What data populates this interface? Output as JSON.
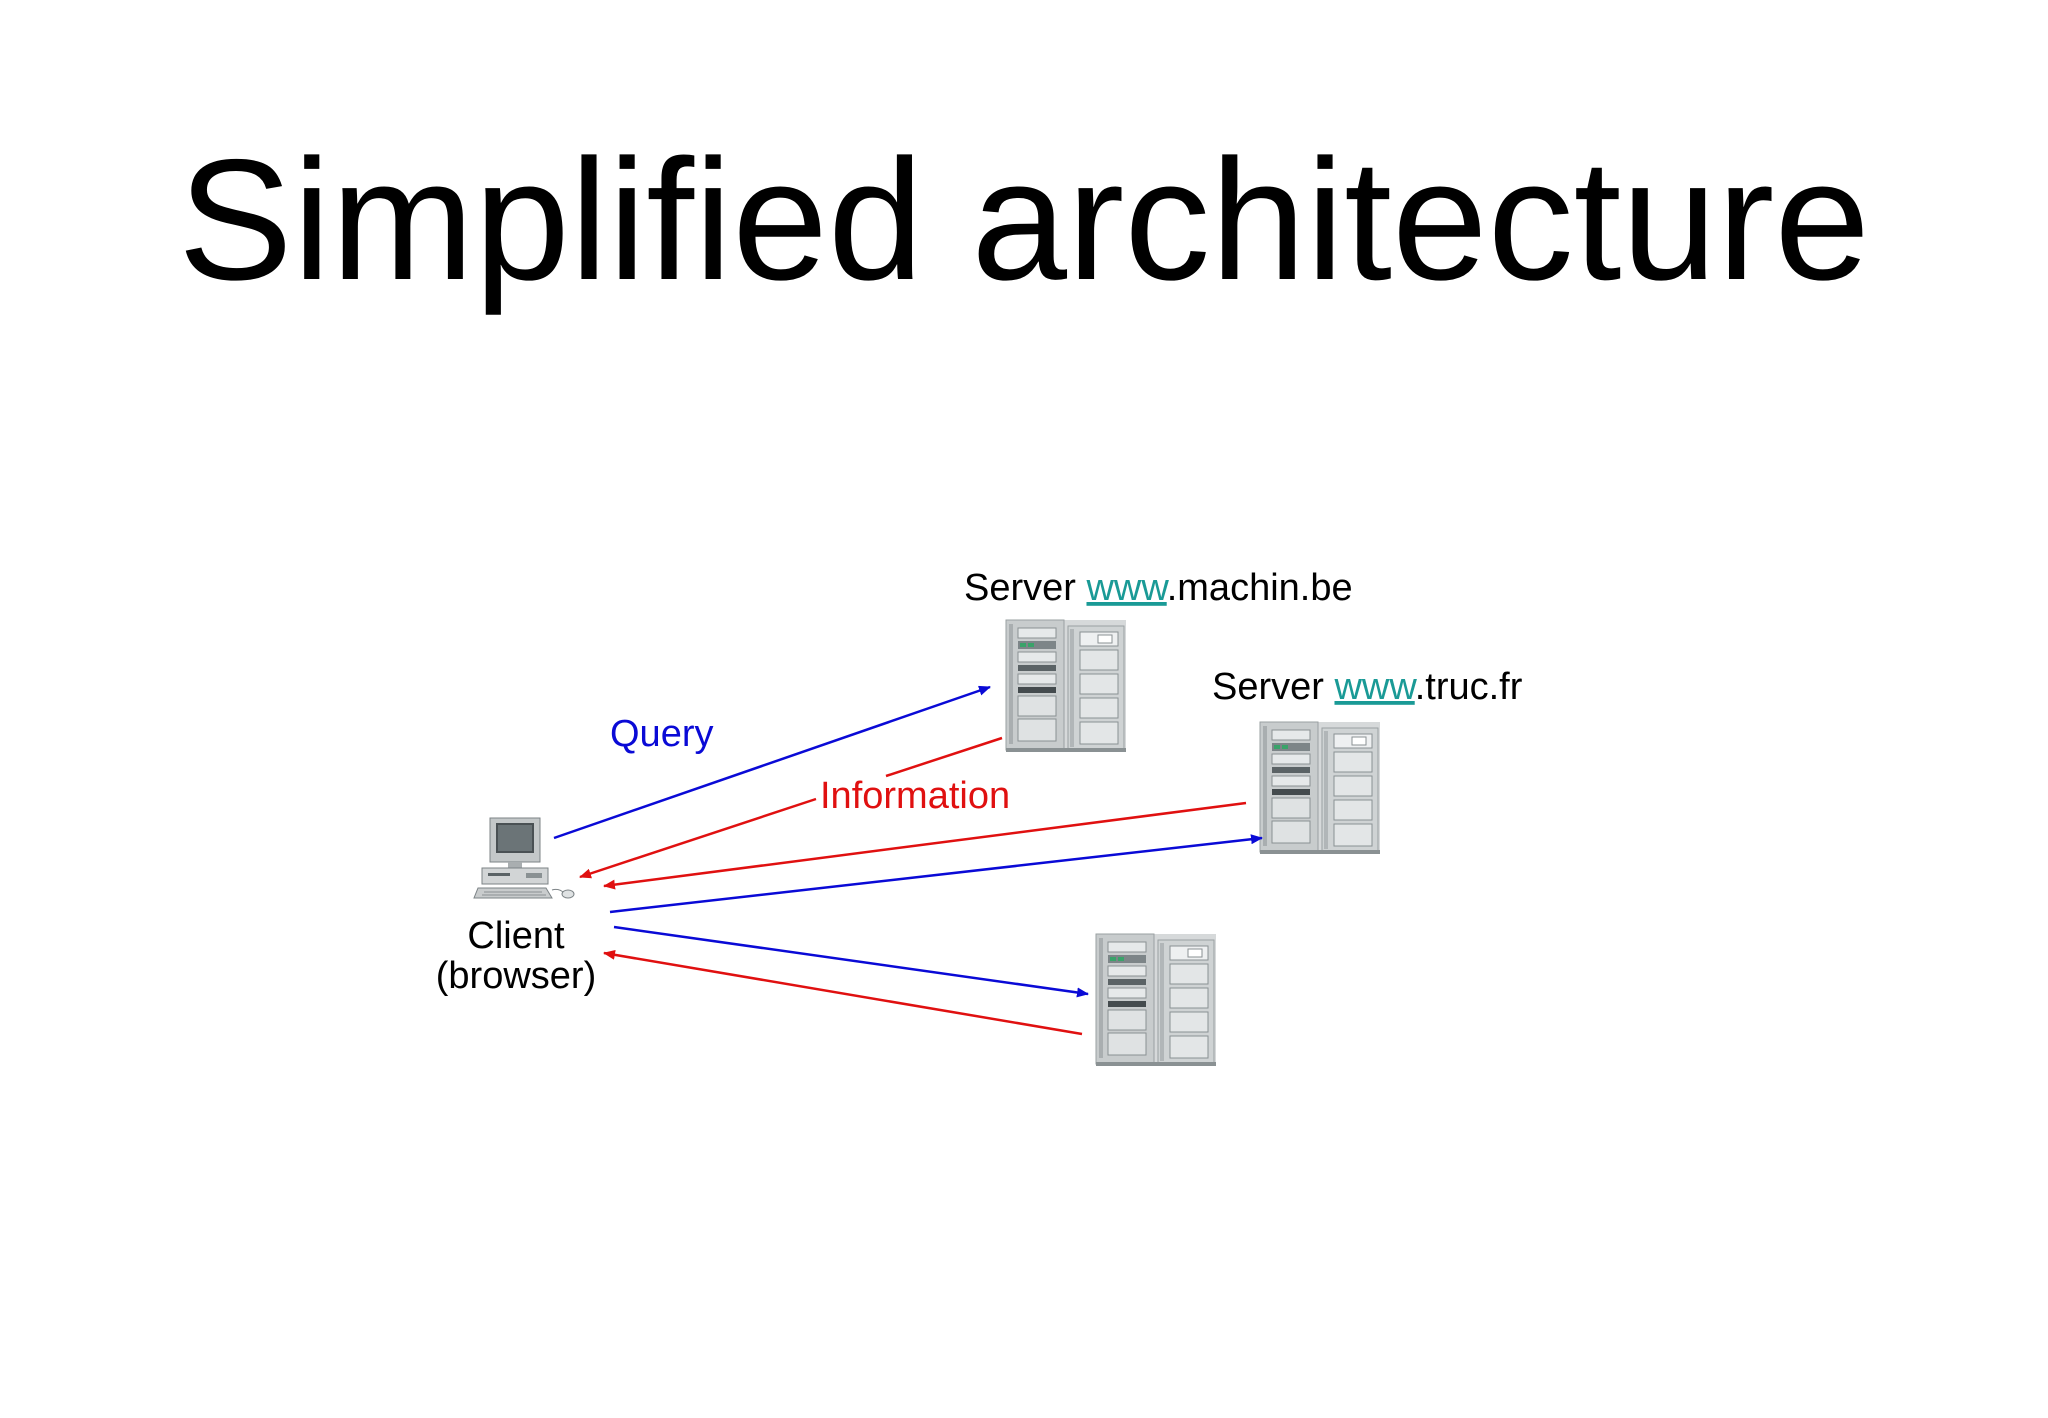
{
  "title": "Simplified architecture",
  "colors": {
    "query": "#0a0ad6",
    "information": "#e01010",
    "link": "#1a9a96",
    "text": "#000000"
  },
  "servers": [
    {
      "prefix": "Server ",
      "link": "www",
      "suffix": ".machin.be"
    },
    {
      "prefix": "Server ",
      "link": "www",
      "suffix": ".truc.fr"
    }
  ],
  "client": {
    "line1": "Client",
    "line2": "(browser)"
  },
  "arrows": {
    "query_label": "Query",
    "information_label": "Information"
  }
}
